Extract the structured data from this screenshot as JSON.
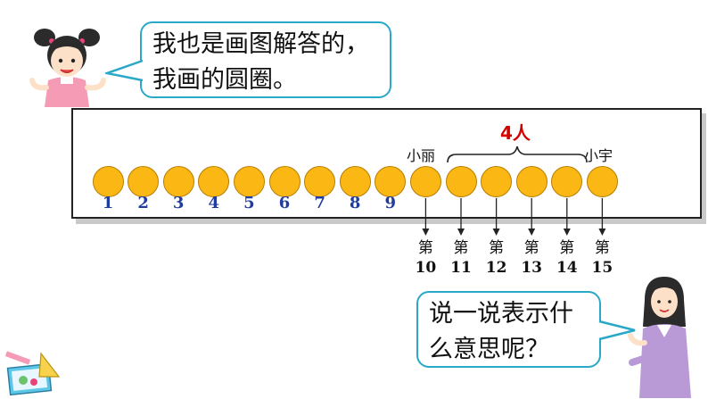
{
  "bubble_top": {
    "line1": "我也是画图解答的，",
    "line2": "我画的圆圈。"
  },
  "bubble_bottom": {
    "line1": "说一说表示什",
    "line2": "么意思呢？"
  },
  "labels": {
    "left": "小丽",
    "right": "小宇",
    "group": "4人"
  },
  "numbers": [
    "1",
    "2",
    "3",
    "4",
    "5",
    "6",
    "7",
    "8",
    "9"
  ],
  "ordinals": [
    {
      "prefix": "第",
      "n": "10"
    },
    {
      "prefix": "第",
      "n": "11"
    },
    {
      "prefix": "第",
      "n": "12"
    },
    {
      "prefix": "第",
      "n": "13"
    },
    {
      "prefix": "第",
      "n": "14"
    },
    {
      "prefix": "第",
      "n": "15"
    }
  ],
  "circle_count": 15,
  "colors": {
    "circle": "#fbb814",
    "number": "#1f3c9e",
    "group_label": "#d40000",
    "bubble_border": "#2aa8c8"
  }
}
